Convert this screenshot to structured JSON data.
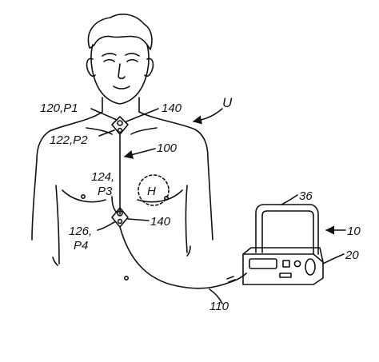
{
  "labels": {
    "p1": "120,P1",
    "lead_top": "140",
    "user": "U",
    "p2": "122,P2",
    "harness": "100",
    "p3_num": "124,",
    "p3_id": "P3",
    "heart": "H",
    "lead_bottom": "140",
    "p4_num": "126,",
    "p4_id": "P4",
    "handle": "36",
    "device": "10",
    "unit": "20",
    "cable": "110"
  }
}
